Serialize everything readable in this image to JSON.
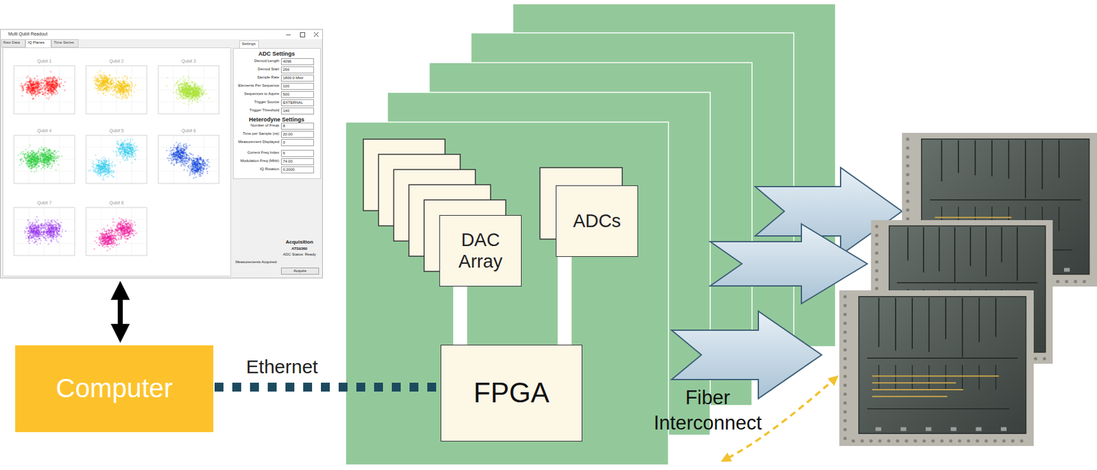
{
  "diagram": {
    "nodes": [
      {
        "text": [
          "Multi Qubit Readout"
        ]
      },
      {
        "text": [
          "Computer"
        ]
      },
      {
        "text": [
          "DAC Array"
        ]
      },
      {
        "text": [
          "ADCs"
        ]
      },
      {
        "text": [
          "FPGA"
        ]
      }
    ],
    "edges": [
      {
        "from": 0,
        "to": 1,
        "arrow": "both"
      },
      {
        "from": 1,
        "to": 4,
        "label": "Ethernet",
        "arrow": "none"
      },
      {
        "from": 2,
        "to": 4,
        "arrow": "none"
      },
      {
        "from": 3,
        "to": 4,
        "arrow": "none"
      }
    ],
    "labels": [
      "Raw Data",
      "IQ Planes",
      "Time Series",
      "Qubit 1",
      "Qubit 2",
      "Qubit 3",
      "Qubit 4",
      "Qubit 5",
      "Qubit 6",
      "Qubit 7",
      "Qubit 8",
      "Settings",
      "ADC Settings",
      "Demod Length",
      "4096",
      "Demod Start",
      "256",
      "Sample Rate",
      "1800.0 MHz",
      "Elements Per Sequence",
      "100",
      "Sequences to Aquire",
      "500",
      "Trigger Source",
      "EXTERNAL",
      "Trigger Threshold",
      "140",
      "Heterodyne Settings",
      "Number of Freqs",
      "8",
      "Time per Sample (ns)",
      "20.00",
      "Measurement Displayed",
      "0",
      "Current Freq Index",
      "6",
      "Modulation Freq (MHz)",
      "74.00",
      "IQ Rotation",
      "0.2000",
      "Acquisition",
      "ATS9360",
      "ADC Status: Ready",
      "Measurements Acquired:",
      "Acquire",
      "Fiber Interconnect"
    ]
  }
}
